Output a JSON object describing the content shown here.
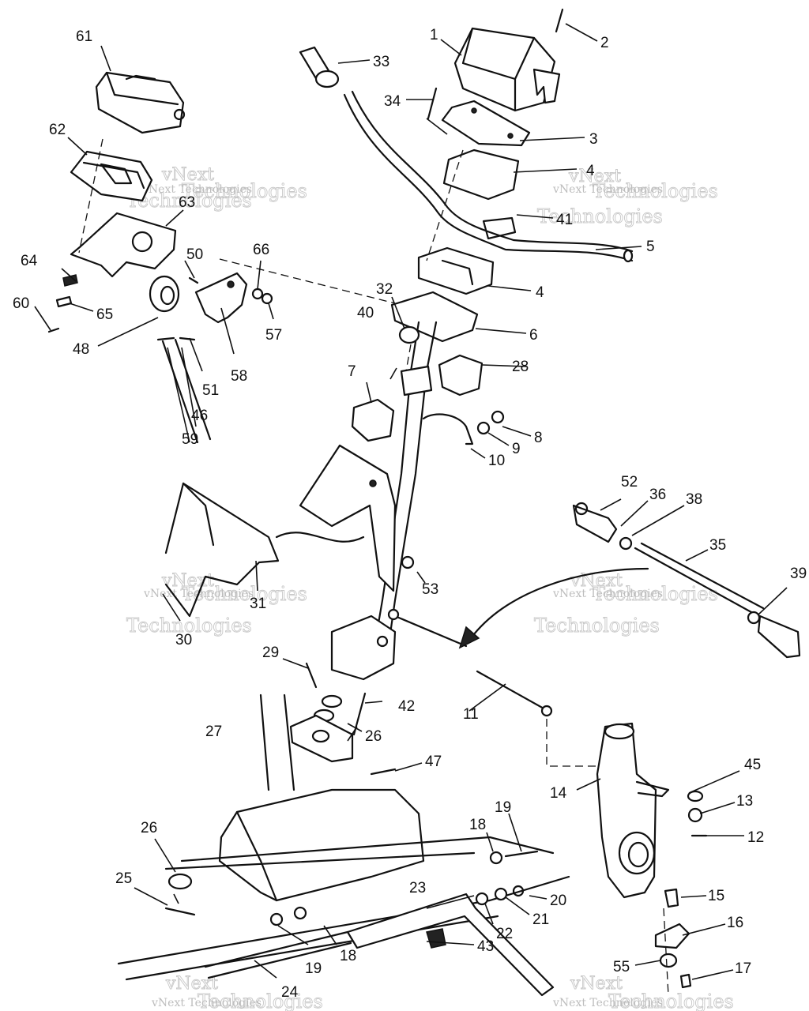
{
  "watermark": {
    "line1": "vNext",
    "line2": "Technologies",
    "line3": "vNext Technologies"
  },
  "callouts": [
    {
      "id": "1",
      "label": "1"
    },
    {
      "id": "2",
      "label": "2"
    },
    {
      "id": "3",
      "label": "3"
    },
    {
      "id": "4a",
      "label": "4"
    },
    {
      "id": "4b",
      "label": "4"
    },
    {
      "id": "5",
      "label": "5"
    },
    {
      "id": "6",
      "label": "6"
    },
    {
      "id": "7",
      "label": "7"
    },
    {
      "id": "8",
      "label": "8"
    },
    {
      "id": "9",
      "label": "9"
    },
    {
      "id": "10",
      "label": "10"
    },
    {
      "id": "11",
      "label": "11"
    },
    {
      "id": "12",
      "label": "12"
    },
    {
      "id": "13",
      "label": "13"
    },
    {
      "id": "14",
      "label": "14"
    },
    {
      "id": "15",
      "label": "15"
    },
    {
      "id": "16",
      "label": "16"
    },
    {
      "id": "17",
      "label": "17"
    },
    {
      "id": "18a",
      "label": "18"
    },
    {
      "id": "18b",
      "label": "18"
    },
    {
      "id": "19a",
      "label": "19"
    },
    {
      "id": "19b",
      "label": "19"
    },
    {
      "id": "20",
      "label": "20"
    },
    {
      "id": "21",
      "label": "21"
    },
    {
      "id": "22",
      "label": "22"
    },
    {
      "id": "23",
      "label": "23"
    },
    {
      "id": "24",
      "label": "24"
    },
    {
      "id": "25",
      "label": "25"
    },
    {
      "id": "26a",
      "label": "26"
    },
    {
      "id": "26b",
      "label": "26"
    },
    {
      "id": "27",
      "label": "27"
    },
    {
      "id": "28",
      "label": "28"
    },
    {
      "id": "29",
      "label": "29"
    },
    {
      "id": "30",
      "label": "30"
    },
    {
      "id": "31",
      "label": "31"
    },
    {
      "id": "32",
      "label": "32"
    },
    {
      "id": "33",
      "label": "33"
    },
    {
      "id": "34",
      "label": "34"
    },
    {
      "id": "35",
      "label": "35"
    },
    {
      "id": "36",
      "label": "36"
    },
    {
      "id": "38",
      "label": "38"
    },
    {
      "id": "39",
      "label": "39"
    },
    {
      "id": "40",
      "label": "40"
    },
    {
      "id": "41",
      "label": "41"
    },
    {
      "id": "42",
      "label": "42"
    },
    {
      "id": "43",
      "label": "43"
    },
    {
      "id": "45",
      "label": "45"
    },
    {
      "id": "46",
      "label": "46"
    },
    {
      "id": "47",
      "label": "47"
    },
    {
      "id": "48",
      "label": "48"
    },
    {
      "id": "50",
      "label": "50"
    },
    {
      "id": "51",
      "label": "51"
    },
    {
      "id": "52",
      "label": "52"
    },
    {
      "id": "53",
      "label": "53"
    },
    {
      "id": "55",
      "label": "55"
    },
    {
      "id": "57",
      "label": "57"
    },
    {
      "id": "58",
      "label": "58"
    },
    {
      "id": "59",
      "label": "59"
    },
    {
      "id": "60",
      "label": "60"
    },
    {
      "id": "61",
      "label": "61"
    },
    {
      "id": "62",
      "label": "62"
    },
    {
      "id": "63",
      "label": "63"
    },
    {
      "id": "64",
      "label": "64"
    },
    {
      "id": "65",
      "label": "65"
    },
    {
      "id": "66",
      "label": "66"
    }
  ]
}
